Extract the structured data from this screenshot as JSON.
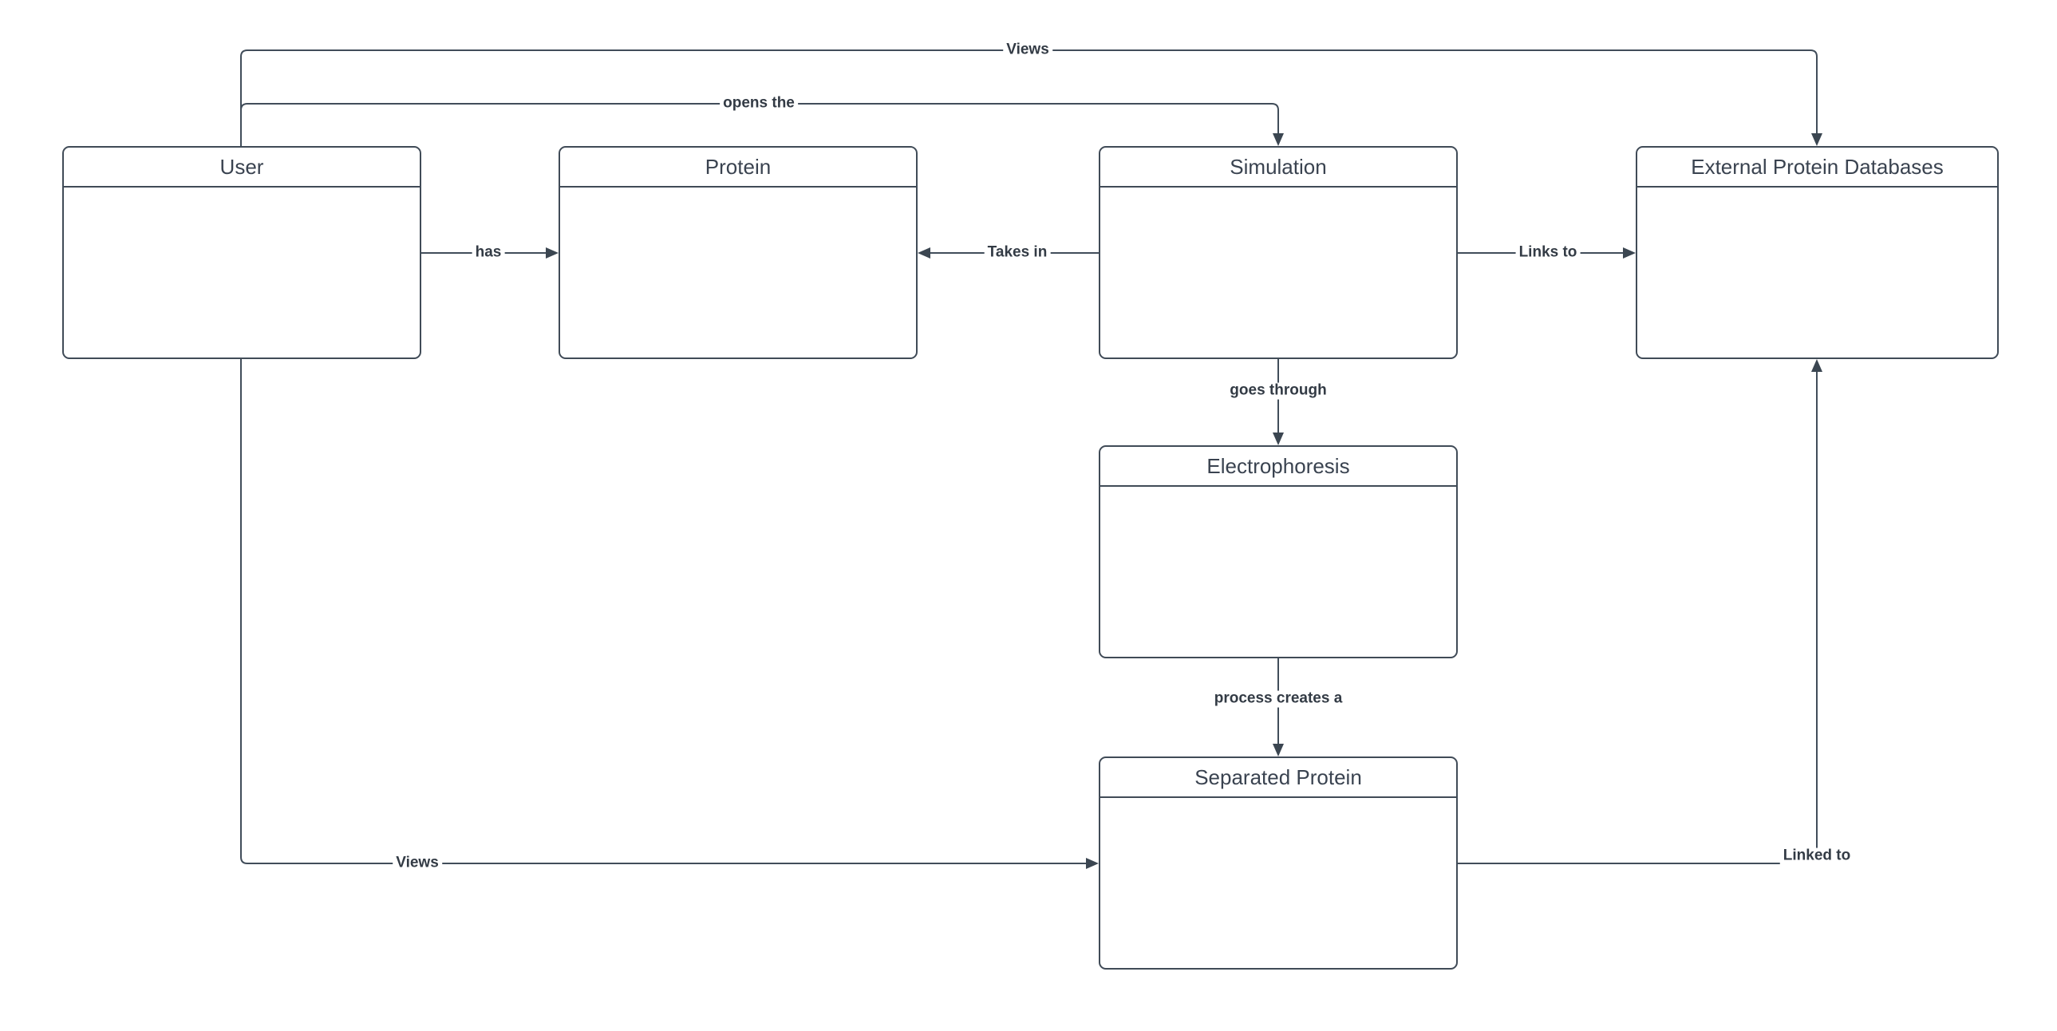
{
  "diagram": {
    "style": {
      "background_color": "#ffffff",
      "stroke_color": "#414d5a",
      "entity_border_color": "#404b57",
      "entity_title_color": "#3a4350",
      "edge_label_color": "#333b45"
    },
    "entities": [
      {
        "id": "user",
        "title": "User"
      },
      {
        "id": "protein",
        "title": "Protein"
      },
      {
        "id": "simulation",
        "title": "Simulation"
      },
      {
        "id": "external-protein-databases",
        "title": "External Protein Databases"
      },
      {
        "id": "electrophoresis",
        "title": "Electrophoresis"
      },
      {
        "id": "separated-protein",
        "title": "Separated Protein"
      }
    ],
    "connectors": [
      {
        "id": "views-top",
        "label": "Views",
        "from": "User",
        "to": "External Protein Databases"
      },
      {
        "id": "opens-the",
        "label": "opens the",
        "from": "User",
        "to": "Simulation"
      },
      {
        "id": "has",
        "label": "has",
        "from": "User",
        "to": "Protein"
      },
      {
        "id": "takes-in",
        "label": "Takes in",
        "from": "Simulation",
        "to": "Protein"
      },
      {
        "id": "links-to",
        "label": "Links to",
        "from": "Simulation",
        "to": "External Protein Databases"
      },
      {
        "id": "goes-through",
        "label": "goes through",
        "from": "Simulation",
        "to": "Electrophoresis"
      },
      {
        "id": "process-creates-a",
        "label": "process creates a",
        "from": "Electrophoresis",
        "to": "Separated Protein"
      },
      {
        "id": "views-bottom",
        "label": "Views",
        "from": "User",
        "to": "Separated Protein"
      },
      {
        "id": "linked-to",
        "label": "Linked to",
        "from": "Separated Protein",
        "to": "External Protein Databases"
      }
    ]
  }
}
